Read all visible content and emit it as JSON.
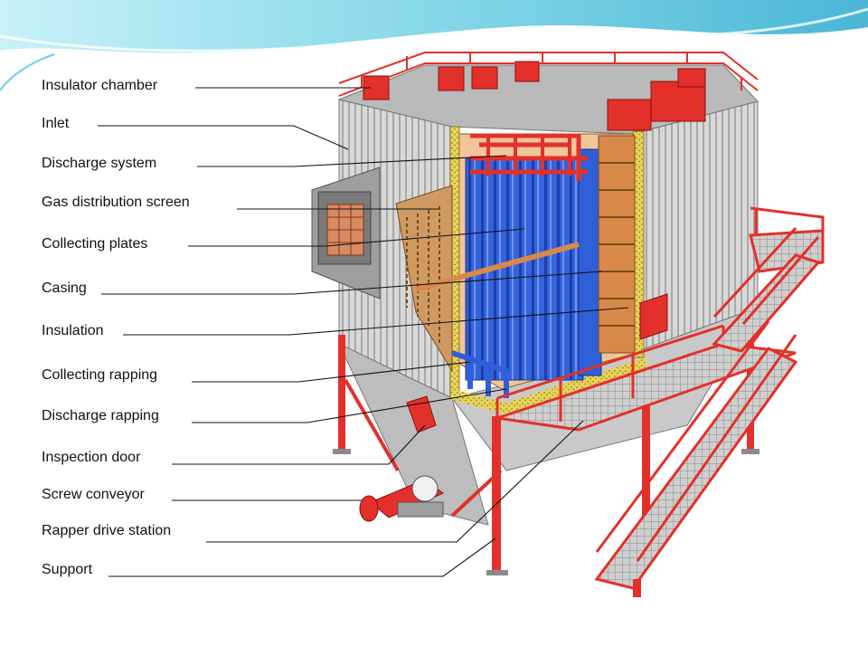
{
  "labels": [
    "Insulator chamber",
    "Inlet",
    "Discharge system",
    "Gas distribution screen",
    "Collecting plates",
    "Casing",
    "Insulation",
    "Collecting rapping",
    "Discharge rapping",
    "Inspection door",
    "Screw conveyor",
    "Rapper drive station",
    "Support"
  ],
  "colors": {
    "background": "#ffffff",
    "wave": "#6fd0e4",
    "steel": "#d2d2d2",
    "red": "#e4302a",
    "blue": "#2f5fd8",
    "insulation": "#e8d35a",
    "copper": "#d8894a"
  }
}
